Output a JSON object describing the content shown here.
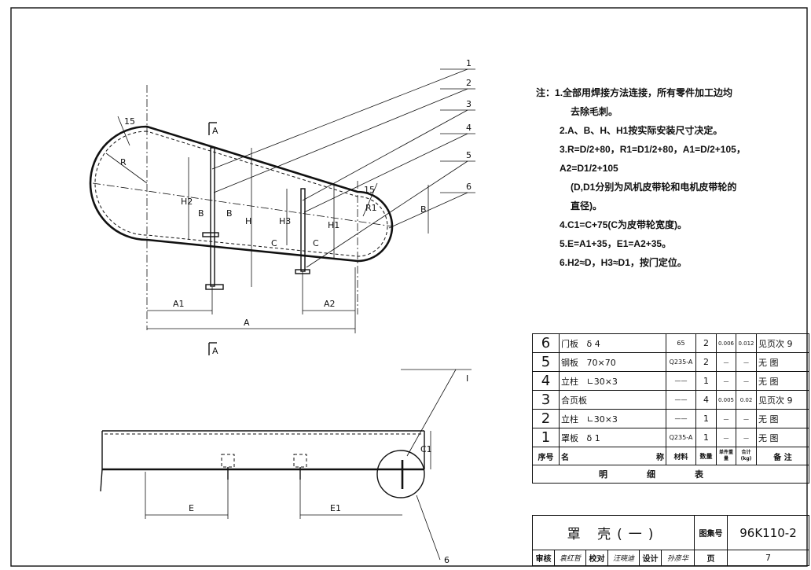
{
  "drawing": {
    "callouts": [
      "1",
      "2",
      "3",
      "4",
      "5",
      "6"
    ],
    "dimensions": {
      "R": "R",
      "R1": "R1",
      "angle_left": "15",
      "angle_right": "15",
      "A": "A",
      "A1": "A1",
      "A2": "A2",
      "B": "B",
      "H": "H",
      "H1": "H1",
      "H2": "H2",
      "H3": "H3",
      "E": "E",
      "E1": "E1",
      "C1": "C1"
    },
    "sections": {
      "A": "A",
      "B": "B",
      "C": "C"
    },
    "detail_label": "I",
    "detail_circle_label": "6"
  },
  "notes": {
    "prefix": "注：",
    "lines": [
      "1.全部用焊接方法连接，所有零件加工边均",
      "去除毛刺。",
      "2.A、B、H、H1按实际安装尺寸决定。",
      "3.R=D/2+80，R1=D1/2+80，A1=D/2+105，A2=D1/2+105",
      "(D,D1分别为风机皮带轮和电机皮带轮的",
      "直径)。",
      "4.C1=C+75(C为皮带轮宽度)。",
      "5.E=A1+35，E1=A2+35。",
      "6.H2≈D，H3≈D1，按门定位。"
    ]
  },
  "bom": {
    "rows": [
      {
        "no": "6",
        "name": "门板",
        "spec": "δ 4",
        "material": "65",
        "qty": "2",
        "unit_weight": "0.006",
        "total_weight": "0.012",
        "remark": "见页次 9"
      },
      {
        "no": "5",
        "name": "钢板",
        "spec": "70×70",
        "material": "Q235-A",
        "qty": "2",
        "unit_weight": "—",
        "total_weight": "—",
        "remark": "无 图"
      },
      {
        "no": "4",
        "name": "立柱",
        "spec": "∟30×3",
        "material": "——",
        "qty": "1",
        "unit_weight": "—",
        "total_weight": "—",
        "remark": "无 图"
      },
      {
        "no": "3",
        "name": "合页板",
        "spec": "",
        "material": "——",
        "qty": "4",
        "unit_weight": "0.005",
        "total_weight": "0.02",
        "remark": "见页次 9"
      },
      {
        "no": "2",
        "name": "立柱",
        "spec": "∟30×3",
        "material": "——",
        "qty": "1",
        "unit_weight": "—",
        "total_weight": "—",
        "remark": "无 图"
      },
      {
        "no": "1",
        "name": "罩板",
        "spec": "δ 1",
        "material": "Q235-A",
        "qty": "1",
        "unit_weight": "—",
        "total_weight": "—",
        "remark": "无 图"
      }
    ],
    "headers": {
      "no": "序号",
      "name": "名",
      "name2": "称",
      "material": "材料",
      "qty": "数量",
      "unit_weight": "单件重量",
      "total_weight": "合计(kg)",
      "remark": "备 注"
    },
    "footer": "明细表"
  },
  "title_block": {
    "title": "罩 壳(一)",
    "atlas_label": "图集号",
    "atlas_no": "96K110-2",
    "review_label": "审核",
    "reviewer": "袁红哲",
    "check_label": "校对",
    "checker": "汪晓迪",
    "design_label": "设计",
    "designer": "孙彦华",
    "page_label": "页",
    "page_no": "7"
  }
}
